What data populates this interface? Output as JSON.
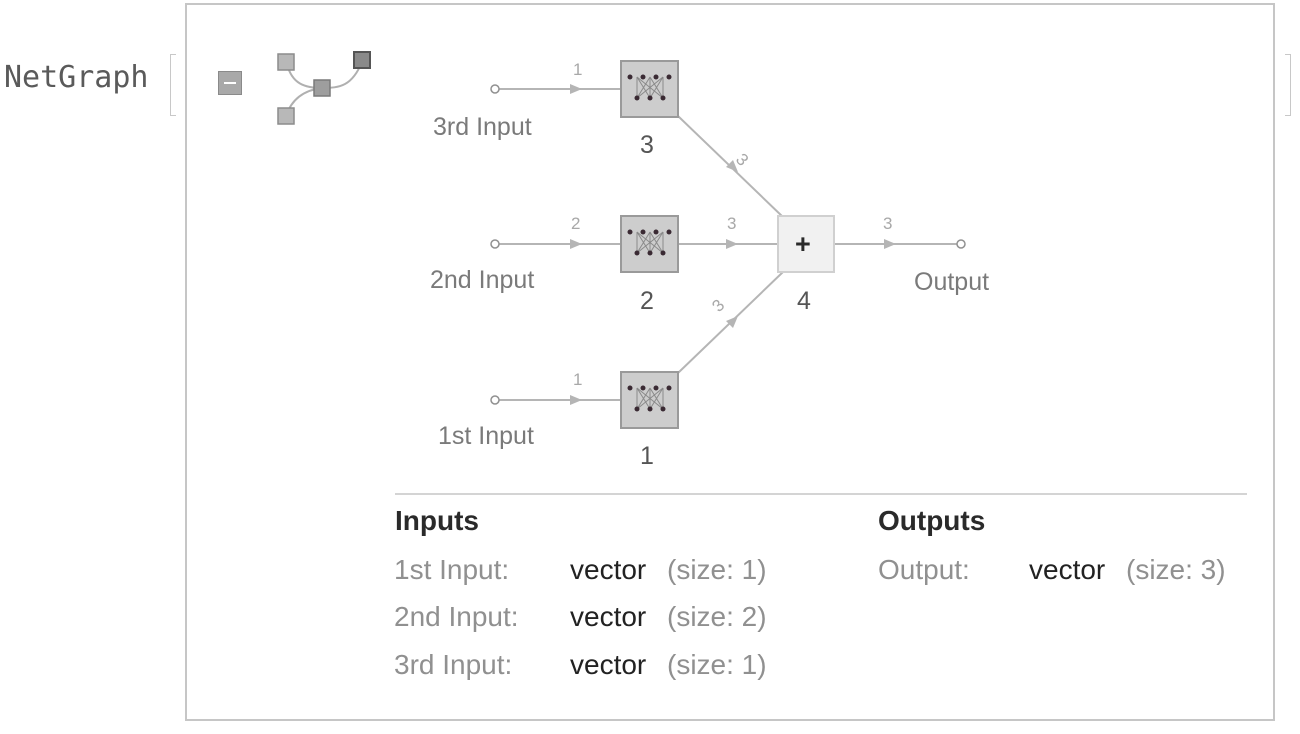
{
  "header": {
    "label": "NetGraph"
  },
  "graph": {
    "nodes": [
      {
        "id": "3",
        "label": "3"
      },
      {
        "id": "2",
        "label": "2"
      },
      {
        "id": "1",
        "label": "1"
      },
      {
        "id": "4",
        "label": "4",
        "symbol": "+"
      }
    ],
    "ports": {
      "in3": "3rd Input",
      "in2": "2nd Input",
      "in1": "1st Input",
      "out": "Output"
    },
    "edge_labels": {
      "in3_to_3": "1",
      "in2_to_2": "2",
      "in1_to_1": "1",
      "n3_to_4": "3",
      "n2_to_4": "3",
      "n1_to_4": "3",
      "n4_to_out": "3"
    }
  },
  "summary": {
    "inputs_title": "Inputs",
    "outputs_title": "Outputs",
    "inputs": [
      {
        "name": "1st Input:",
        "type": "vector",
        "size": "(size: 1)"
      },
      {
        "name": "2nd Input:",
        "type": "vector",
        "size": "(size: 2)"
      },
      {
        "name": "3rd Input:",
        "type": "vector",
        "size": "(size: 1)"
      }
    ],
    "outputs": [
      {
        "name": "Output:",
        "type": "vector",
        "size": "(size: 3)"
      }
    ]
  },
  "colors": {
    "layer_fill": "#cdcdcd",
    "layer_border": "#9a9a9a",
    "sum_fill": "#f1f1f1",
    "edge": "#b5b5b5"
  }
}
